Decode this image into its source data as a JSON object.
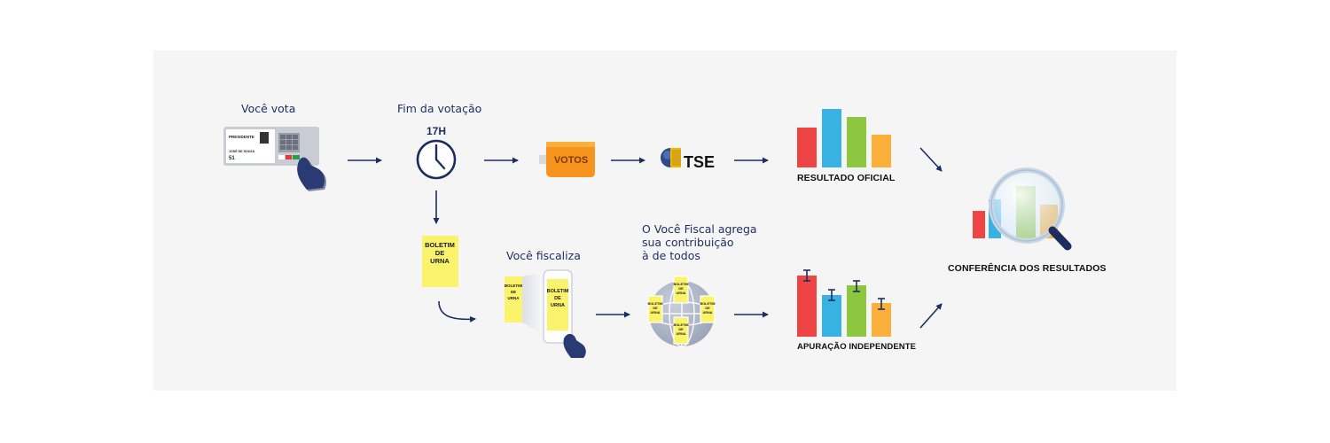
{
  "labels": {
    "voce_vota": "Você vota",
    "fim_votacao": "Fim da votação",
    "hora": "17H",
    "votos": "VOTOS",
    "tse": "TSE",
    "resultado_oficial": "RESULTADO OFICIAL",
    "conferencia": "CONFERÊNCIA DOS RESULTADOS",
    "apuracao": "APURAÇÃO INDEPENDENTE",
    "voce_fiscaliza": "Você fiscaliza",
    "agrega": "O Você Fiscal agrega\nsua contribuição\nà de todos",
    "boletim_line1": "BOLETIM",
    "boletim_line2": "DE",
    "boletim_line3": "URNA"
  },
  "urna": {
    "cargo": "PRESIDENTE",
    "candidato": "JOSÉ DE SOUZA",
    "numero": "51"
  },
  "colors": {
    "navy": "#1f2d5e",
    "red": "#ef4444",
    "blue": "#38b2e3",
    "green": "#8dc63f",
    "orange": "#fbb03b",
    "yellow": "#fbf36b",
    "votos_orange": "#f7941d",
    "panel": "#f5f5f6"
  },
  "icons": [
    "voting-machine-icon",
    "clock-icon",
    "voting-card-icon",
    "tse-logo-icon",
    "bar-chart-icon",
    "magnifier-icon",
    "ballot-paper-icon",
    "smartphone-icon",
    "globe-icon",
    "arrow-icon"
  ]
}
